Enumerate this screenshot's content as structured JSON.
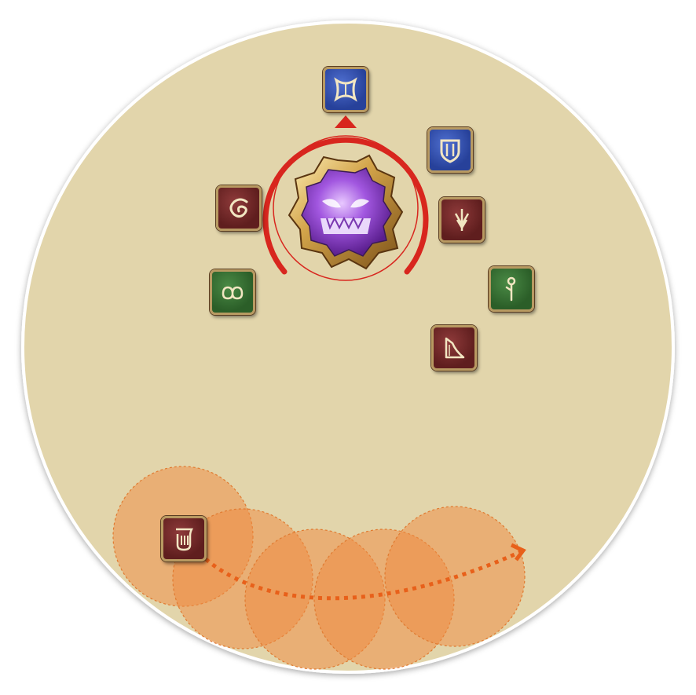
{
  "arena": {
    "floor_color": "#e2d5ab",
    "aoe_color": "#f08a40",
    "arrow_color": "#e8601a",
    "boss_ring_color": "#d8261e"
  },
  "boss": {
    "icon": "purple-demon-face-icon",
    "facing": "north"
  },
  "party": [
    {
      "role": "tank",
      "job": "warrior",
      "icon": "warrior-axe-icon"
    },
    {
      "role": "tank",
      "job": "paladin",
      "icon": "paladin-shield-icon"
    },
    {
      "role": "dps",
      "job": "dragoon",
      "icon": "dragoon-lance-icon"
    },
    {
      "role": "dps",
      "job": "ninja",
      "icon": "ninja-swirl-icon"
    },
    {
      "role": "healer",
      "job": "scholar",
      "icon": "scholar-glyph-icon"
    },
    {
      "role": "healer",
      "job": "white-mage",
      "icon": "white-mage-staff-icon"
    },
    {
      "role": "dps",
      "job": "bard",
      "icon": "bard-harp-icon"
    },
    {
      "role": "dps",
      "job": "black-mage",
      "icon": "black-mage-hat-icon"
    }
  ],
  "mechanic": {
    "type": "exaflare-circles",
    "count": 5,
    "direction": "left-to-right"
  }
}
